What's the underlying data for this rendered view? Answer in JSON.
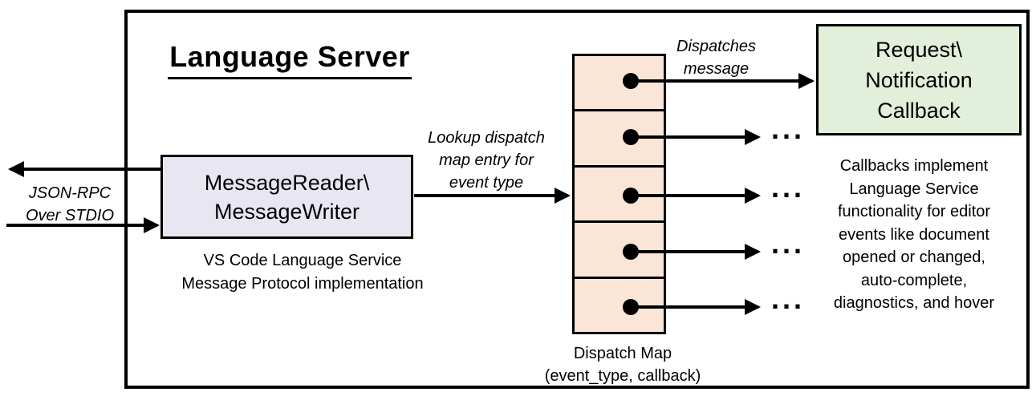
{
  "diagram": {
    "title": "Language Server",
    "nodes": {
      "message_reader": {
        "line1": "MessageReader\\",
        "line2": "MessageWriter",
        "caption1": "VS Code Language Service",
        "caption2": "Message Protocol implementation",
        "fill": "#e8e6f1"
      },
      "dispatch_map": {
        "caption1": "Dispatch Map",
        "caption2": "(event_type, callback)",
        "fill": "#fbe5d6",
        "cell_count": 5
      },
      "callback": {
        "line1": "Request\\",
        "line2": "Notification",
        "line3": "Callback",
        "fill": "#e2efda",
        "note": [
          "Callbacks implement",
          "Language Service",
          "functionality for editor",
          "events like document",
          "opened or changed,",
          "auto-complete,",
          "diagnostics, and hover"
        ]
      }
    },
    "labels": {
      "json_rpc1": "JSON-RPC",
      "json_rpc2": "Over STDIO",
      "lookup1": "Lookup dispatch",
      "lookup2": "map entry for",
      "lookup3": "event type",
      "dispatches1": "Dispatches",
      "dispatches2": "message",
      "ellipsis": "..."
    },
    "colors": {
      "stroke": "#000000",
      "background": "#ffffff"
    }
  }
}
